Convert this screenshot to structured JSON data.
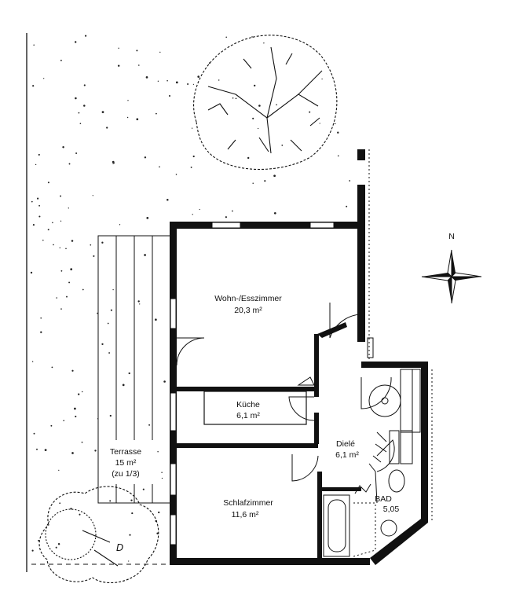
{
  "rooms": {
    "wohn": {
      "name": "Wohn-/Esszimmer",
      "area": "20,3 m²"
    },
    "kueche": {
      "name": "Küche",
      "area": "6,1 m²"
    },
    "diele": {
      "name": "Dielé",
      "area": "6,1 m²"
    },
    "schlaf": {
      "name": "Schlafzimmer",
      "area": "11,6 m²"
    },
    "bad": {
      "name": "BAD",
      "area": "5,05"
    },
    "terrasse": {
      "name": "Terrasse",
      "area": "15 m²",
      "note": "(zu 1/3)"
    }
  },
  "compass": {
    "north_label": "N"
  },
  "garden": {
    "mark": "D"
  },
  "colors": {
    "ink": "#111111",
    "paper": "#ffffff"
  }
}
